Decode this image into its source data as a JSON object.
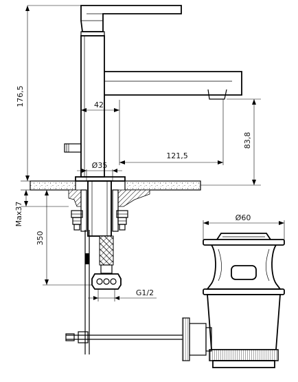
{
  "dimensions": {
    "total_height": "176,5",
    "body_width": "42",
    "spout_height": "83,8",
    "spout_reach": "121,5",
    "hole_diameter": "Ø35",
    "max_thickness": "Max37",
    "hose_length": "350",
    "thread": "G1/2",
    "waste_diameter": "Ø60"
  }
}
